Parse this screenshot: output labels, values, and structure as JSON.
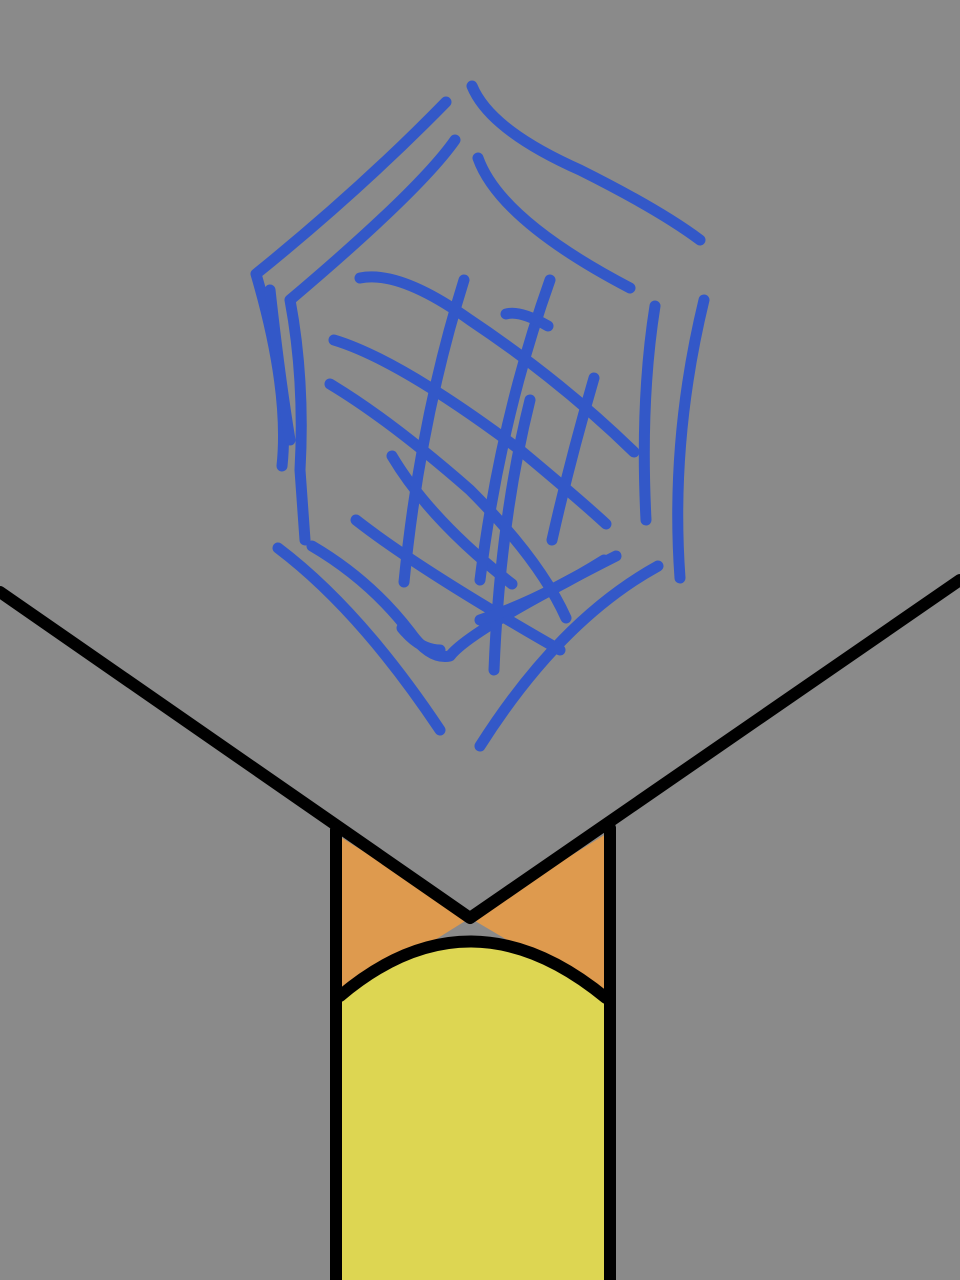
{
  "colors": {
    "background": "#8a8a8a",
    "outline": "#000000",
    "scribble": "#3358c8",
    "neck": "#de9a4e",
    "tongue": "#ddd652"
  },
  "elements": {
    "scribble": "blue-hexagonal-scribble",
    "outline": "v-shaped-outline",
    "neck": "orange-triangles",
    "tongue": "yellow-arched-shape"
  }
}
